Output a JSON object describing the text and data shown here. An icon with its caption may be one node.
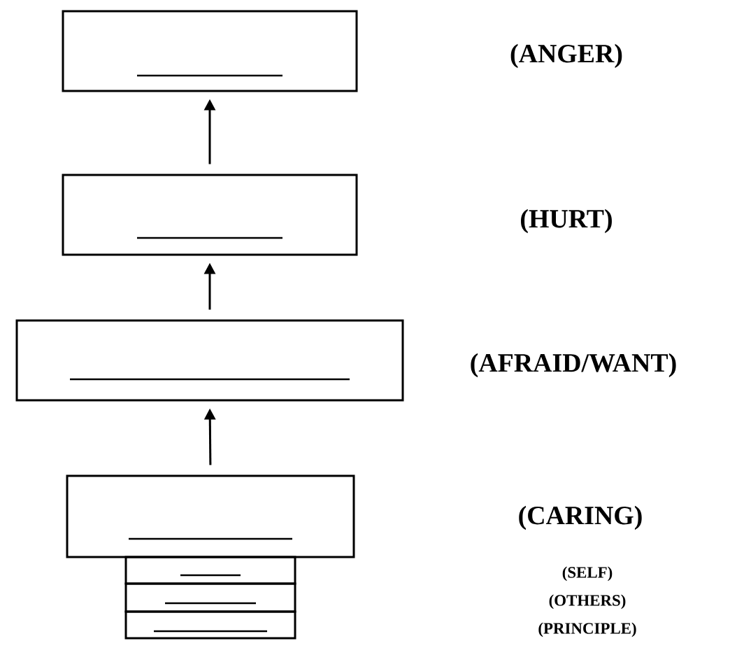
{
  "diagram": {
    "nodes": [
      {
        "text": [],
        "shape": "box"
      },
      {
        "text": [],
        "shape": "box"
      },
      {
        "text": [],
        "shape": "box"
      },
      {
        "text": [],
        "shape": "box"
      },
      {
        "text": [],
        "shape": "box"
      },
      {
        "text": [],
        "shape": "box"
      },
      {
        "text": [],
        "shape": "box"
      }
    ],
    "edges": [
      {
        "from": 1,
        "to": 0,
        "arrow": "to"
      },
      {
        "from": 2,
        "to": 1,
        "arrow": "to"
      },
      {
        "from": 3,
        "to": 2,
        "arrow": "to"
      }
    ],
    "labels": [
      "(ANGER)",
      "(HURT)",
      "(AFRAID/WANT)",
      "(CARING)",
      "(SELF)",
      "(OTHERS)",
      "(PRINCIPLE)"
    ]
  }
}
